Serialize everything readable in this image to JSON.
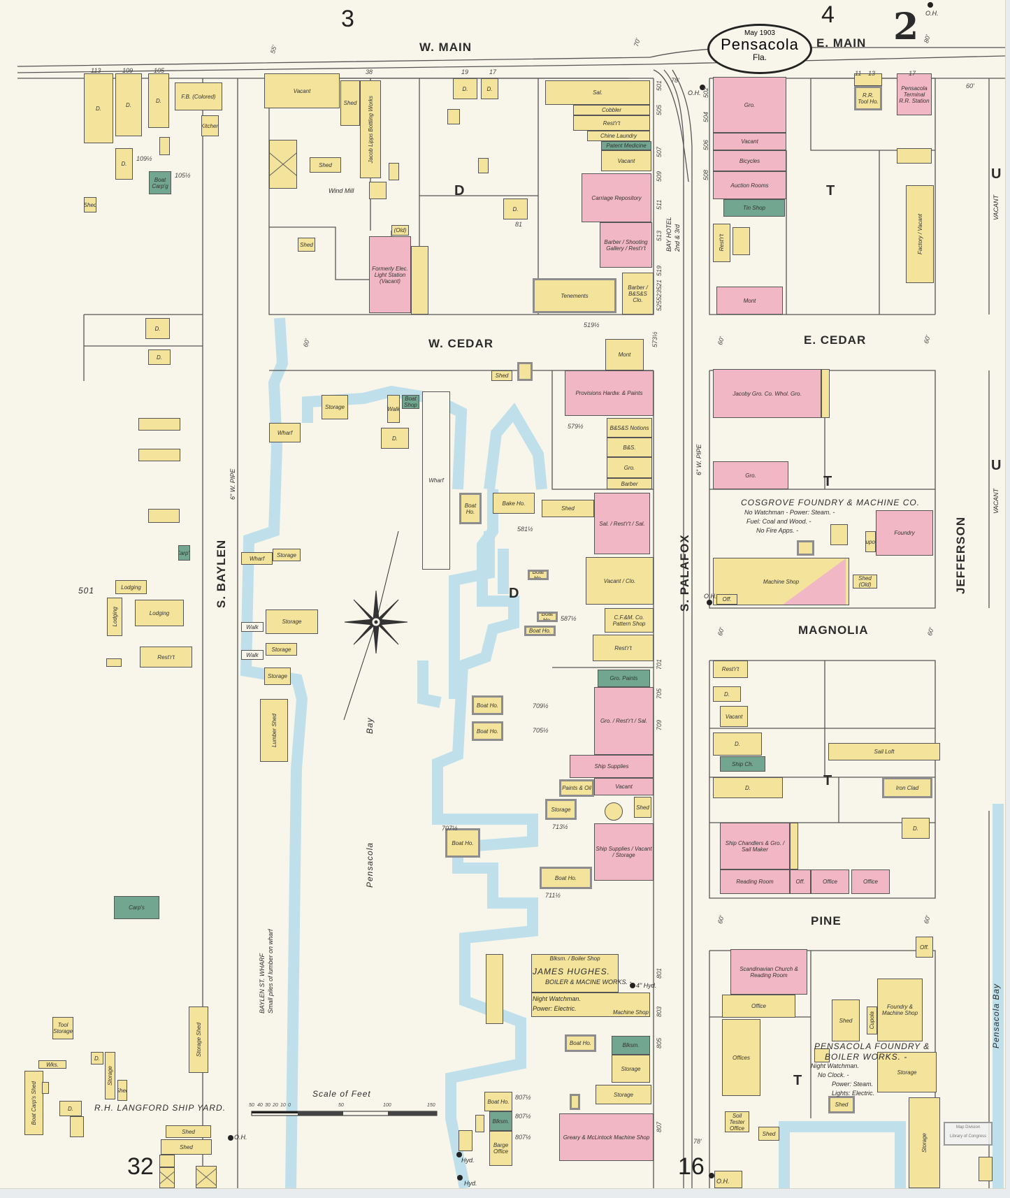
{
  "header": {
    "date": "May 1903",
    "city": "Pensacola",
    "state": "Fla.",
    "sheet_number": "2"
  },
  "adjacent_sheets": {
    "north_west": "3",
    "north_east": "4",
    "south_east": "16",
    "south_west": "32"
  },
  "streets": {
    "w_main": "W. MAIN",
    "e_main": "E. MAIN",
    "w_cedar": "W. CEDAR",
    "e_cedar": "E. CEDAR",
    "magnolia": "MAGNOLIA",
    "pine": "PINE",
    "s_baylen": "S. BAYLEN",
    "s_palafox": "S. PALAFOX",
    "jefferson": "JEFFERSON",
    "baylen_wharf": "BAYLEN ST. WHARF"
  },
  "water": {
    "bay_word": "Bay",
    "bay_name": "Pensacola",
    "right_bay": "Pensacola Bay"
  },
  "block_letters": {
    "d1": "D",
    "d2": "D",
    "t1": "T",
    "t2": "T",
    "t3": "T",
    "t4": "T",
    "u1": "U",
    "u2": "U",
    "vacant1": "VACANT",
    "vacant2": "VACANT"
  },
  "notes": {
    "cosgrove": "COSGROVE FOUNDRY & MACHINE CO.",
    "cosgrove_1": "No Watchman - Power: Steam. -",
    "cosgrove_2": "Fuel: Coal and Wood. -",
    "cosgrove_3": "No Fire Apps. -",
    "hughes": "JAMES HUGHES.",
    "hughes_2": "BOILER & MACINE WORKS. -",
    "hughes_3": "Night Watchman.",
    "hughes_4": "Power: Electric.",
    "pfbw": "PENSACOLA FOUNDRY &",
    "pfbw_2": "BOILER WORKS. -",
    "pfbw_3": "Night Watchman.",
    "pfbw_4": "No Clock. -",
    "pfbw_5": "Power: Steam.",
    "pfbw_6": "Lights: Electric.",
    "langford": "R.H. LANGFORD SHIP YARD.",
    "lumber_piles": "Small piles of lumber on wharf",
    "pipe_1": "6\" W. PIPE",
    "pipe_2": "6\" W. PIPE",
    "bay_hotel": "BAY HOTEL",
    "hotel_floors": "2nd & 3rd",
    "block_501": "501",
    "windmill": "Wind Mill",
    "hyd_1": "Hyd.",
    "hyd_2": "Hyd.",
    "hyd_3": "4\" Hyd.",
    "oh_1": "O.H.",
    "oh_2": "O.H.",
    "oh_3": "O.H.",
    "oh_4": "O.H.",
    "oh_5": "O.H.",
    "stamp_1": "Map Division",
    "stamp_2": "Library of Congress"
  },
  "widths": {
    "w1": "55'",
    "w2": "70'",
    "w3": "80'",
    "w4": "78'",
    "w5": "60'",
    "w6": "60'",
    "w7": "60'",
    "w8": "60'",
    "w9": "60'",
    "w10": "60'",
    "w11": "60'",
    "w12": "60'",
    "w13": "78'"
  },
  "numbers": [
    "113",
    "109",
    "105",
    "109½",
    "105½",
    "38",
    "19",
    "17",
    "81",
    "519½",
    "501",
    "505",
    "507",
    "509",
    "511",
    "513",
    "519",
    "521",
    "523",
    "525",
    "573½",
    "579½",
    "581½",
    "587½",
    "709½",
    "705½",
    "707½",
    "713½",
    "711½",
    "807½",
    "807½",
    "807½",
    "701",
    "705",
    "709",
    "801",
    "803",
    "805",
    "807",
    "11",
    "13",
    "17",
    "502",
    "504",
    "506",
    "508"
  ],
  "scale": {
    "title": "Scale of Feet",
    "ticks": [
      "50",
      "40",
      "30",
      "20",
      "10",
      "0",
      "50",
      "100",
      "150"
    ]
  },
  "legend_colors": {
    "frame": "#f3e39b",
    "brick": "#f1b7c4",
    "stone": "#72a690",
    "iron_clad": "#8d8d8d",
    "water": "#bfe0ea"
  },
  "buildings": [
    {
      "label": "D.",
      "type": "frame"
    },
    {
      "label": "D.",
      "type": "frame"
    },
    {
      "label": "D.",
      "type": "frame"
    },
    {
      "label": "F.B. (Colored)",
      "type": "frame"
    },
    {
      "label": "Kitchen",
      "type": "frame"
    },
    {
      "label": "D.",
      "type": "frame"
    },
    {
      "label": "",
      "type": "frame"
    },
    {
      "label": "Boat Carp'g",
      "type": "stone"
    },
    {
      "label": "Shed",
      "type": "frame"
    },
    {
      "label": "D.",
      "type": "frame"
    },
    {
      "label": "D.",
      "type": "frame"
    },
    {
      "label": "",
      "type": "frame"
    },
    {
      "label": "",
      "type": "frame"
    },
    {
      "label": "",
      "type": "frame"
    },
    {
      "label": "Carp's",
      "type": "stone"
    },
    {
      "label": "Lodging",
      "type": "frame"
    },
    {
      "label": "Lodging",
      "type": "frame"
    },
    {
      "label": "Lodging",
      "type": "frame"
    },
    {
      "label": "Rest'r't",
      "type": "frame"
    },
    {
      "label": "",
      "type": "frame"
    },
    {
      "label": "Carp's",
      "type": "stone"
    },
    {
      "label": "Tool Storage",
      "type": "frame"
    },
    {
      "label": "Wks.",
      "type": "frame"
    },
    {
      "label": "Boat Carp's Shed",
      "type": "frame"
    },
    {
      "label": "",
      "type": "frame"
    },
    {
      "label": "D.",
      "type": "frame"
    },
    {
      "label": "",
      "type": "frame"
    },
    {
      "label": "D.",
      "type": "frame"
    },
    {
      "label": "Shed",
      "type": "frame"
    },
    {
      "label": "Storage",
      "type": "frame"
    },
    {
      "label": "Storage Shed",
      "type": "frame"
    },
    {
      "label": "Shed",
      "type": "frame"
    },
    {
      "label": "Shed",
      "type": "frame"
    },
    {
      "label": "",
      "type": "frame"
    },
    {
      "label": "",
      "type": "open-shed"
    },
    {
      "label": "",
      "type": "open-shed"
    },
    {
      "label": "Vacant",
      "type": "frame"
    },
    {
      "label": "Shed",
      "type": "frame"
    },
    {
      "label": "Jacob Lipps Bottling Works",
      "type": "frame"
    },
    {
      "label": "",
      "type": "open-shed"
    },
    {
      "label": "Shed",
      "type": "frame"
    },
    {
      "label": "",
      "type": "frame"
    },
    {
      "label": "",
      "type": "frame"
    },
    {
      "label": "Shed",
      "type": "frame"
    },
    {
      "label": "Formerly Elec. Light Station (Vacant)",
      "type": "brick"
    },
    {
      "label": "",
      "type": "frame"
    },
    {
      "label": "(Old)",
      "type": "frame"
    },
    {
      "label": "D.",
      "type": "frame"
    },
    {
      "label": "D.",
      "type": "frame"
    },
    {
      "label": "",
      "type": "frame"
    },
    {
      "label": "",
      "type": "frame"
    },
    {
      "label": "D.",
      "type": "frame"
    },
    {
      "label": "Sal.",
      "type": "frame"
    },
    {
      "label": "Cobbler",
      "type": "frame"
    },
    {
      "label": "Rest'r't",
      "type": "frame"
    },
    {
      "label": "Chine Laundry",
      "type": "frame"
    },
    {
      "label": "Patent Medicine",
      "type": "stone"
    },
    {
      "label": "Vacant",
      "type": "frame"
    },
    {
      "label": "Carriage Repository",
      "type": "brick"
    },
    {
      "label": "Barber / Shooting Gallery / Rest'r't",
      "type": "brick"
    },
    {
      "label": "Tenements",
      "type": "iron-clad"
    },
    {
      "label": "Barber / B&S&S Clo.",
      "type": "frame"
    },
    {
      "label": "Mont",
      "type": "frame"
    },
    {
      "label": "Provisions Hardw. & Paints",
      "type": "brick"
    },
    {
      "label": "B&S&S Notions",
      "type": "frame"
    },
    {
      "label": "B&S.",
      "type": "frame"
    },
    {
      "label": "Gro.",
      "type": "frame"
    },
    {
      "label": "Barber",
      "type": "frame"
    },
    {
      "label": "Shed",
      "type": "frame"
    },
    {
      "label": "",
      "type": "iron-clad"
    },
    {
      "label": "Storage",
      "type": "frame"
    },
    {
      "label": "Boat Shop",
      "type": "stone"
    },
    {
      "label": "Walk",
      "type": "frame"
    },
    {
      "label": "D.",
      "type": "frame"
    },
    {
      "label": "Wharf",
      "type": "wharf"
    },
    {
      "label": "Wharf",
      "type": "frame"
    },
    {
      "label": "Wharf",
      "type": "frame"
    },
    {
      "label": "Storage",
      "type": "frame"
    },
    {
      "label": "Storage",
      "type": "frame"
    },
    {
      "label": "Walk",
      "type": "wharf"
    },
    {
      "label": "Walk",
      "type": "wharf"
    },
    {
      "label": "Storage",
      "type": "frame"
    },
    {
      "label": "Storage",
      "type": "frame"
    },
    {
      "label": "Lumber Shed",
      "type": "frame"
    },
    {
      "label": "Boat Ho.",
      "type": "iron-clad"
    },
    {
      "label": "Bake Ho.",
      "type": "frame"
    },
    {
      "label": "Shed",
      "type": "frame"
    },
    {
      "label": "Sal. / Rest'r't / Sal.",
      "type": "brick"
    },
    {
      "label": "Vacant / Clo.",
      "type": "frame"
    },
    {
      "label": "C.F.&M. Co. Pattern Shop",
      "type": "frame"
    },
    {
      "label": "Rest'r't",
      "type": "frame"
    },
    {
      "label": "Boat Ho.",
      "type": "iron-clad"
    },
    {
      "label": "Boat Ho.",
      "type": "iron-clad"
    },
    {
      "label": "Boat Ho.",
      "type": "iron-clad"
    },
    {
      "label": "Gro. Paints",
      "type": "stone"
    },
    {
      "label": "Gro. / Rest'r't / Sal.",
      "type": "brick"
    },
    {
      "label": "Ship Supplies",
      "type": "brick"
    },
    {
      "label": "Vacant",
      "type": "brick"
    },
    {
      "label": "Paints & Oil",
      "type": "iron-clad"
    },
    {
      "label": "Storage",
      "type": "iron-clad"
    },
    {
      "label": "",
      "type": "tank"
    },
    {
      "label": "Shed",
      "type": "frame"
    },
    {
      "label": "Ship Supplies / Vacant / Storage",
      "type": "brick"
    },
    {
      "label": "Boat Ho.",
      "type": "iron-clad"
    },
    {
      "label": "Boat Ho.",
      "type": "iron-clad"
    },
    {
      "label": "Boat Ho.",
      "type": "iron-clad"
    },
    {
      "label": "Boat Ho.",
      "type": "iron-clad"
    },
    {
      "label": "Blksm. / Boiler Shop",
      "type": "frame"
    },
    {
      "label": "Machine Shop",
      "type": "frame"
    },
    {
      "label": "",
      "type": "frame"
    },
    {
      "label": "Boat Ho.",
      "type": "iron-clad"
    },
    {
      "label": "Blksm.",
      "type": "stone"
    },
    {
      "label": "Storage",
      "type": "frame"
    },
    {
      "label": "Storage",
      "type": "frame"
    },
    {
      "label": "Greary & McLintock Machine Shop",
      "type": "brick"
    },
    {
      "label": "",
      "type": "iron-clad"
    },
    {
      "label": "Boat Ho.",
      "type": "frame"
    },
    {
      "label": "Blksm.",
      "type": "stone"
    },
    {
      "label": "Barge Office",
      "type": "frame"
    },
    {
      "label": "",
      "type": "frame"
    },
    {
      "label": "",
      "type": "frame"
    },
    {
      "label": "Gro.",
      "type": "brick"
    },
    {
      "label": "Vacant",
      "type": "brick"
    },
    {
      "label": "Bicycles",
      "type": "brick"
    },
    {
      "label": "Auction Rooms",
      "type": "brick"
    },
    {
      "label": "Tin Shop",
      "type": "stone"
    },
    {
      "label": "Rest'r't",
      "type": "frame"
    },
    {
      "label": "",
      "type": "frame"
    },
    {
      "label": "Mont",
      "type": "brick"
    },
    {
      "label": "R.R. Tool Ho.",
      "type": "iron-clad"
    },
    {
      "label": "Pensacola Terminal R.R. Station",
      "type": "brick"
    },
    {
      "label": "",
      "type": "frame"
    },
    {
      "label": "Factory / Vacant",
      "type": "frame"
    },
    {
      "label": "",
      "type": "frame"
    },
    {
      "label": "Jacoby Gro. Co. Whol. Gro.",
      "type": "brick"
    },
    {
      "label": "",
      "type": "frame"
    },
    {
      "label": "Gro.",
      "type": "brick"
    },
    {
      "label": "Foundry",
      "type": "brick"
    },
    {
      "label": "",
      "type": "frame"
    },
    {
      "label": "Cupola",
      "type": "frame"
    },
    {
      "label": "Machine Shop",
      "type": "frame"
    },
    {
      "label": "",
      "type": "iron-clad"
    },
    {
      "label": "Shed (Old)",
      "type": "frame"
    },
    {
      "label": "Off.",
      "type": "frame"
    },
    {
      "label": "Rest'r't",
      "type": "frame"
    },
    {
      "label": "D.",
      "type": "frame"
    },
    {
      "label": "Vacant",
      "type": "frame"
    },
    {
      "label": "D.",
      "type": "frame"
    },
    {
      "label": "Ship Ch.",
      "type": "stone"
    },
    {
      "label": "D.",
      "type": "frame"
    },
    {
      "label": "Sail Loft",
      "type": "frame"
    },
    {
      "label": "Iron Clad",
      "type": "iron-clad"
    },
    {
      "label": "Ship Chandlers & Gro. / Sail Maker",
      "type": "brick"
    },
    {
      "label": "",
      "type": "frame"
    },
    {
      "label": "Reading Room",
      "type": "brick"
    },
    {
      "label": "Off.",
      "type": "brick"
    },
    {
      "label": "Office",
      "type": "brick"
    },
    {
      "label": "Office",
      "type": "brick"
    },
    {
      "label": "D.",
      "type": "frame"
    },
    {
      "label": "Scandinavian Church & Reading Room",
      "type": "brick"
    },
    {
      "label": "Office",
      "type": "frame"
    },
    {
      "label": "Offices",
      "type": "frame"
    },
    {
      "label": "Shed",
      "type": "frame"
    },
    {
      "label": "Foundry & Machine Shop",
      "type": "frame"
    },
    {
      "label": "Cupola",
      "type": "frame"
    },
    {
      "label": "Storage",
      "type": "frame"
    },
    {
      "label": "Shed",
      "type": "iron-clad"
    },
    {
      "label": "Storage",
      "type": "frame"
    },
    {
      "label": "Off.",
      "type": "frame"
    },
    {
      "label": "Soil Tester Office",
      "type": "frame"
    },
    {
      "label": "Shed",
      "type": "frame"
    },
    {
      "label": "",
      "type": "frame"
    },
    {
      "label": "",
      "type": "frame"
    },
    {
      "label": "",
      "type": "frame"
    }
  ]
}
